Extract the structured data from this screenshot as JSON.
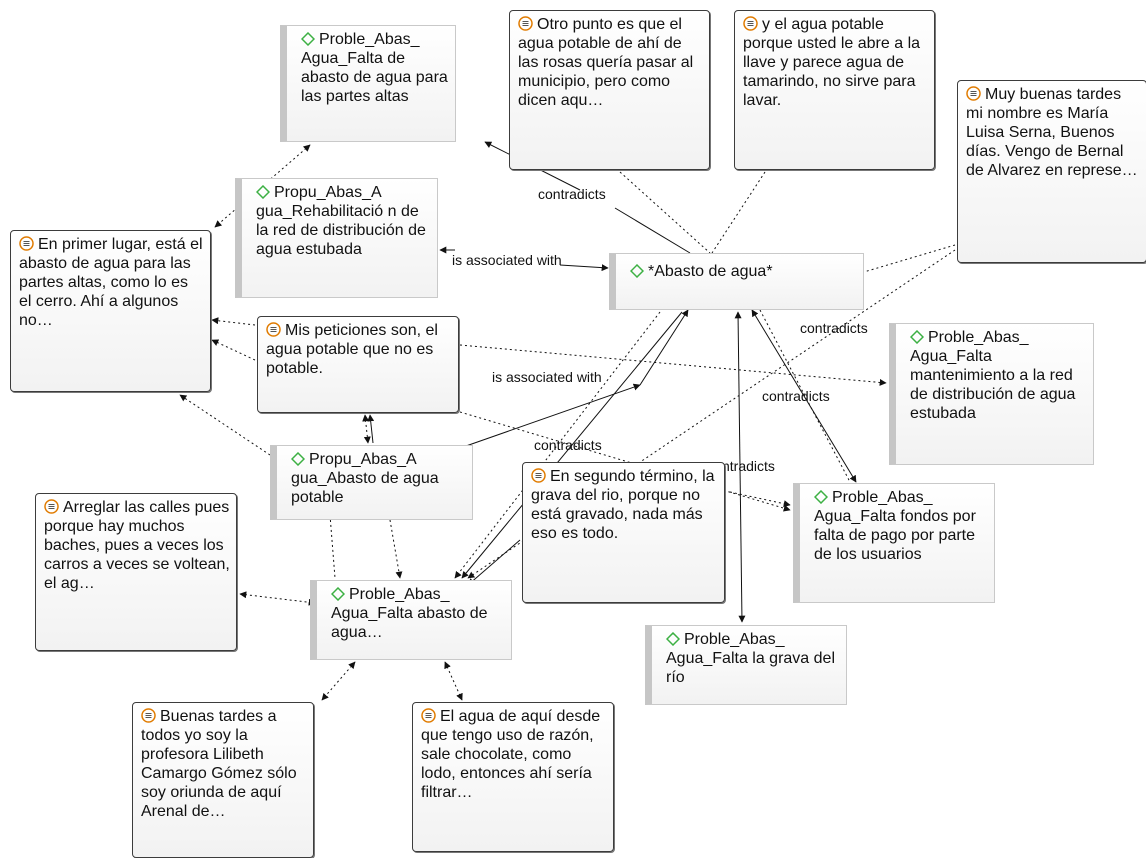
{
  "colors": {
    "code_icon": "#3cb043",
    "quote_icon": "#e07b00",
    "edge": "#111111"
  },
  "nodes": {
    "q_otro": "Otro punto es que el agua potable de ahí de las rosas quería pasar al municipio, pero como dicen aqu…",
    "q_yagua": "y el agua potable porque usted le abre a la llave y parece agua de tamarindo, no sirve para lavar.",
    "q_muy": "Muy buenas tardes mi nombre es María Luisa Serna, Buenos días. Vengo de Bernal de Alvarez en represe…",
    "c_altas": "Proble_Abas_ Agua_Falta de abasto de agua para las partes altas",
    "c_rehab": "Propu_Abas_A gua_Rehabilitació n de la red de distribución de agua estubada",
    "q_primer": "En primer lugar, está el abasto de agua para las partes altas, como lo es el cerro. Ahí a algunos no…",
    "c_abasto": "*Abasto de agua*",
    "q_mis": "Mis peticiones son, el agua potable que no es potable.",
    "c_mant": "Proble_Abas_ Agua_Falta mantenimiento a la red de distribución de agua estubada",
    "c_potable": "Propu_Abas_A gua_Abasto de agua potable",
    "q_segundo": "En segundo término, la grava del rio, porque no está gravado, nada más eso es todo.",
    "c_fondos": "Proble_Abas_ Agua_Falta fondos por falta de pago por parte de los usuarios",
    "q_arreglar": "Arreglar las calles pues porque hay muchos baches, pues a veces los carros a veces se voltean, el ag…",
    "c_falta_abasto": "Proble_Abas_ Agua_Falta abasto de agua…",
    "c_grava": "Proble_Abas_ Agua_Falta la grava del río",
    "q_buenas": "Buenas tardes a todos yo soy la profesora Lilibeth Camargo Gómez sólo soy oriunda de aquí Arenal de…",
    "q_aqui": "El agua de aquí desde que tengo uso de razón, sale chocolate, como lodo, entonces ahí sería  filtrar…"
  },
  "edge_labels": {
    "contradicts_1": "contradicts",
    "assoc_1": "is associated with",
    "contradicts_2": "contradicts",
    "assoc_2": "is associated with",
    "contradicts_3": "contradicts",
    "contradicts_4": "contradicts",
    "contradicts_5": "ntradicts"
  }
}
